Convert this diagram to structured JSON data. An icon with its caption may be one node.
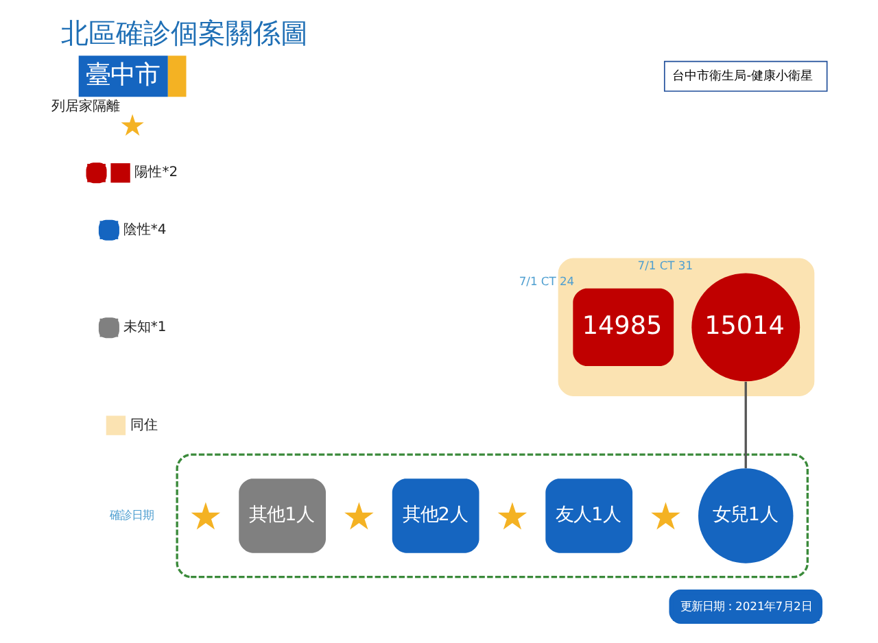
{
  "diagram": {
    "title": "北區確診個案關係圖",
    "nodes": [
      {
        "text": [],
        "shape": "box"
      },
      {
        "text": [
          "14985"
        ],
        "in": 0,
        "beside": [
          "7/1 CT 24"
        ]
      },
      {
        "text": [
          "15014"
        ],
        "in": 0,
        "beside": [
          "7/1 CT 31"
        ]
      },
      {
        "text": [],
        "shape": "box"
      },
      {
        "text": [],
        "shape": "star",
        "in": 3
      },
      {
        "text": [
          "其他1人"
        ],
        "in": 3
      },
      {
        "text": [],
        "shape": "star",
        "in": 3
      },
      {
        "text": [
          "其他2人"
        ],
        "in": 3
      },
      {
        "text": [],
        "shape": "star",
        "in": 3
      },
      {
        "text": [
          "友人1人"
        ],
        "in": 3
      },
      {
        "text": [],
        "shape": "star",
        "in": 3
      },
      {
        "text": [
          "女兒1人"
        ],
        "in": 3
      }
    ],
    "edges": [
      {
        "from": 2,
        "to": 11,
        "arrow": "none"
      }
    ],
    "labels": [
      "臺中市",
      "台中市衛生局-健康小衛星",
      "確診日期",
      "更新日期：2021年7月2日"
    ],
    "legend": [
      {
        "text": "列居家隔離"
      },
      {
        "text": "陽性*2",
        "color": "#c00000"
      },
      {
        "text": "陰性*4",
        "color": "#1565c0"
      },
      {
        "text": "未知*1",
        "color": "#808080"
      },
      {
        "text": "同住",
        "color": "#fbe3b2"
      }
    ]
  }
}
